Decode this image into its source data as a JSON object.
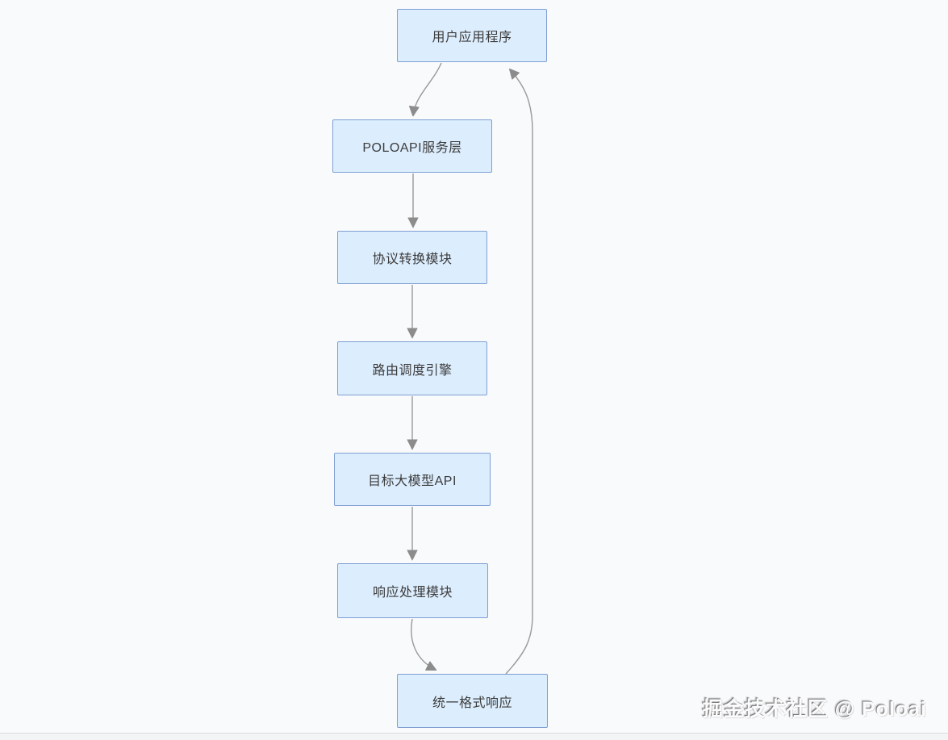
{
  "page": {
    "background_color": "#f8fafc"
  },
  "diagram": {
    "node_fill_color": "#dcedfd",
    "node_border_color": "#7f9fd3",
    "edge_color": "#999999",
    "nodes": [
      {
        "id": "user-app",
        "label": "用户应用程序"
      },
      {
        "id": "poloapi",
        "label": "POLOAPI服务层"
      },
      {
        "id": "protocol",
        "label": "协议转换模块"
      },
      {
        "id": "routing",
        "label": "路由调度引擎"
      },
      {
        "id": "target-api",
        "label": "目标大模型API"
      },
      {
        "id": "response",
        "label": "响应处理模块"
      },
      {
        "id": "unified",
        "label": "统一格式响应"
      }
    ],
    "edges": [
      {
        "from": "user-app",
        "to": "poloapi"
      },
      {
        "from": "poloapi",
        "to": "protocol"
      },
      {
        "from": "protocol",
        "to": "routing"
      },
      {
        "from": "routing",
        "to": "target-api"
      },
      {
        "from": "target-api",
        "to": "response"
      },
      {
        "from": "response",
        "to": "unified"
      },
      {
        "from": "unified",
        "to": "user-app"
      }
    ]
  },
  "watermark": {
    "text": "掘金技术社区 @ Poloai"
  }
}
